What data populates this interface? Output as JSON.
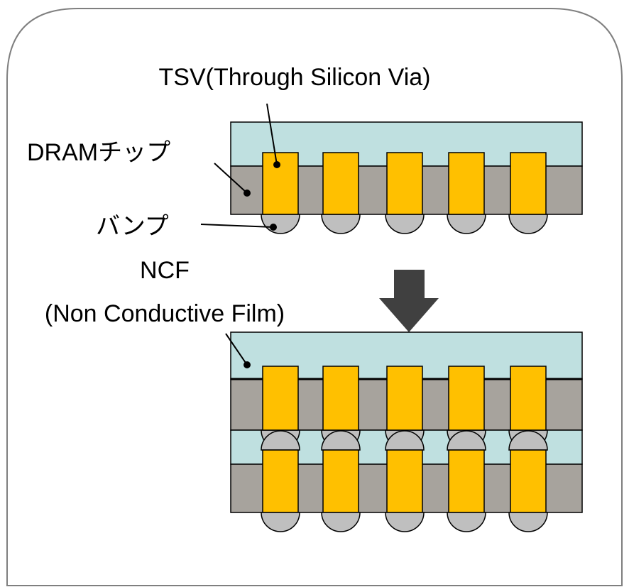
{
  "labels": {
    "tsv": "TSV(Through Silicon Via)",
    "dram_chip": "DRAMチップ",
    "bump": "バンプ",
    "ncf_line1": "NCF",
    "ncf_line2": "(Non Conductive Film)"
  },
  "colors": {
    "ncf": "#bfe0e0",
    "silicon": "#a7a39d",
    "tsv": "#ffc000",
    "bump": "#bfbfbf",
    "arrow": "#404040",
    "outline": "#000000",
    "frame": "#7f7f7f"
  },
  "icons": {
    "process_arrow": "down-arrow-icon"
  }
}
